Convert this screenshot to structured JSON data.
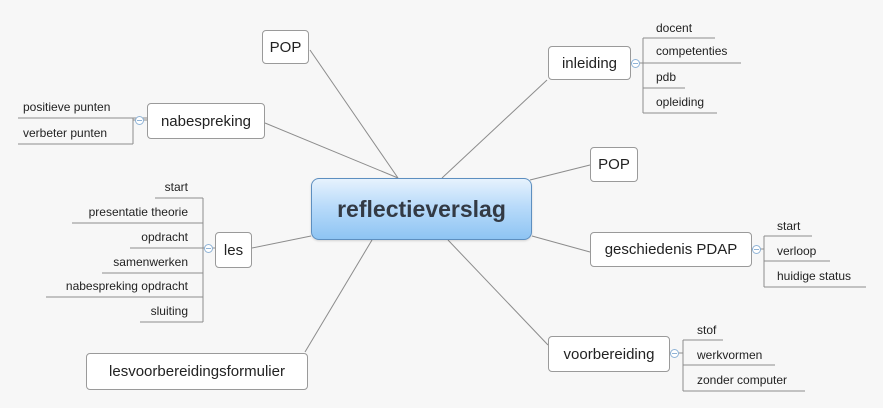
{
  "central": "reflectieverslag",
  "topics": {
    "pop_top": "POP",
    "inleiding": {
      "label": "inleiding",
      "children": [
        "docent",
        "competenties",
        "pdb",
        "opleiding"
      ]
    },
    "pop_right": "POP",
    "geschiedenis": {
      "label": "geschiedenis PDAP",
      "children": [
        "start",
        "verloop",
        "huidige status"
      ]
    },
    "voorbereiding": {
      "label": "voorbereiding",
      "children": [
        "stof",
        "werkvormen",
        "zonder computer"
      ]
    },
    "nabespreking": {
      "label": "nabespreking",
      "children": [
        "positieve punten",
        "verbeter punten"
      ]
    },
    "les": {
      "label": "les",
      "children": [
        "start",
        "presentatie theorie",
        "opdracht",
        "samenwerken",
        "nabespreking opdracht",
        "sluiting"
      ]
    },
    "lesvoorbereiding": "lesvoorbereidingsformulier"
  },
  "colors": {
    "line": "#8c8c8c",
    "central_border": "#5d8fc0",
    "central_fill": "#b9dbfa",
    "background": "#f7f7f7"
  }
}
